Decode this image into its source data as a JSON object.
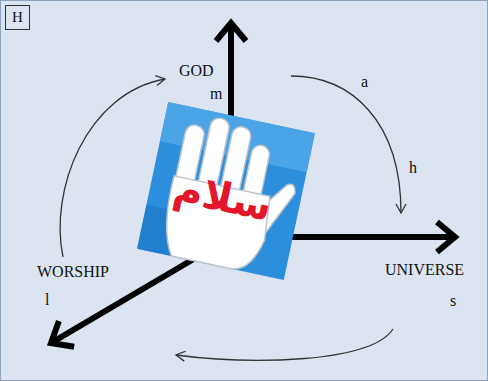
{
  "diagram": {
    "nodes": [
      {
        "text": [
          "H"
        ]
      }
    ],
    "labels": [
      "GOD",
      "m",
      "a",
      "h",
      "UNIVERSE",
      "s",
      "WORSHIP",
      "l",
      "سلام"
    ]
  }
}
